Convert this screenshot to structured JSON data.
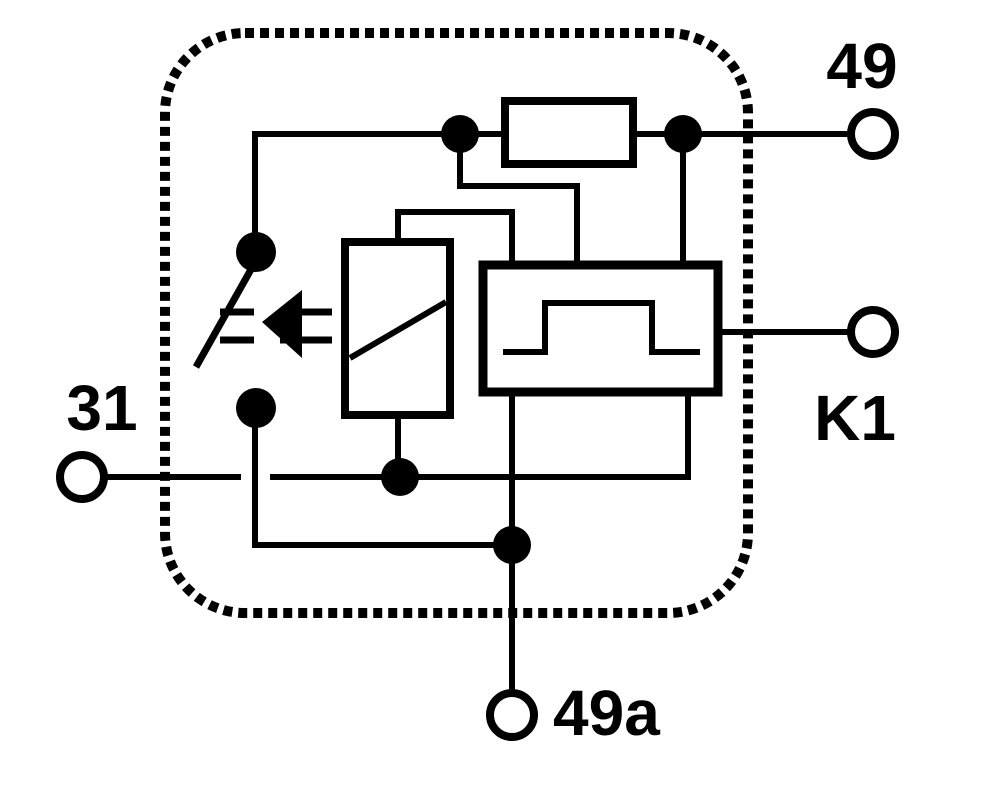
{
  "terminals": {
    "t49": "49",
    "tK1": "K1",
    "t31": "31",
    "t49a": "49a"
  },
  "colors": {
    "ink": "#000000",
    "background": "#ffffff"
  }
}
